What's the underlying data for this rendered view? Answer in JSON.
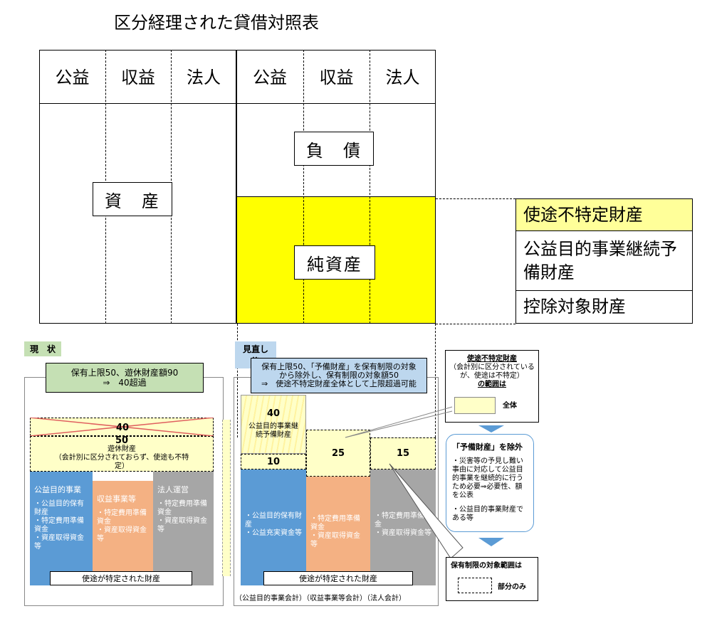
{
  "title": "区分経理された貸借対照表",
  "table": {
    "headers": [
      "公益",
      "収益",
      "法人",
      "公益",
      "収益",
      "法人"
    ],
    "assets": "資　産",
    "liabilities": "負　債",
    "net_assets": "純資産",
    "side_items": [
      "使途不特定財産",
      "公益目的事業継続予備財産",
      "控除対象財産"
    ]
  },
  "colors": {
    "yellow": "#ffff00",
    "light_yellow": "#ffffc8",
    "green": "#c5e0b4",
    "light_blue": "#bdd7ee",
    "blue": "#5b9bd5",
    "orange": "#f4b183",
    "gray": "#a6a6a6"
  },
  "current": {
    "tag": "現　状",
    "note_line1": "保有上限50、遊休財産額90",
    "note_line2": "⇒　40超過",
    "excess_value": "40",
    "idle_value": "50",
    "idle_label": "遊休財産",
    "idle_note": "（会計別に区分されておらず、使途も不特定）",
    "col1_title": "公益目的事業",
    "col1_items": [
      "・公益目的保有財産",
      "・特定費用準備資金",
      "・資産取得資金等"
    ],
    "col2_title": "収益事業等",
    "col2_items": [
      "・特定費用準備資金",
      "・資産取得資金等"
    ],
    "col3_title": "法人運営",
    "col3_items": [
      "・特定費用準備資金",
      "・資産取得資金等"
    ],
    "footer": "使途が特定された財産"
  },
  "revised": {
    "tag": "見直し後",
    "note_line1": "保有上限50、「予備財産」を保有制限の対象",
    "note_line2": "から除外し、保有制限の対象額50",
    "note_line3": "⇒　使途不特定財産全体として上限超過可能",
    "reserve_value": "40",
    "reserve_label": "公益目的事業継続予備財産",
    "v10": "10",
    "v25": "25",
    "v15": "15",
    "col1_items": [
      "・公益目的保有財産",
      "・公益充実資金等"
    ],
    "col2_items": [
      "・特定費用準備資金",
      "・資産取得資金等"
    ],
    "col3_items": [
      "・特定費用準備資金",
      "・資産取得資金等"
    ],
    "footer": "使途が特定された財産",
    "accounts": "（公益目的事業会計）（収益事業等会計）（法人会計）"
  },
  "right_panel": {
    "box_title": "使途不特定財産",
    "box_note": "（会計別に区分されているが、使途は不特定）",
    "box_range": "の範囲は",
    "legend_label": "全体",
    "exclusion_title": "「予備財産」を除外",
    "exclusion_item1": "・災害等の予見し難い事由に対応して公益目的事業を継続的に行うため必要⇒必要性、額を公表",
    "exclusion_item2": "・公益目的事業財産である等",
    "scope_title": "保有制限の対象範囲は",
    "scope_label": "部分のみ"
  }
}
